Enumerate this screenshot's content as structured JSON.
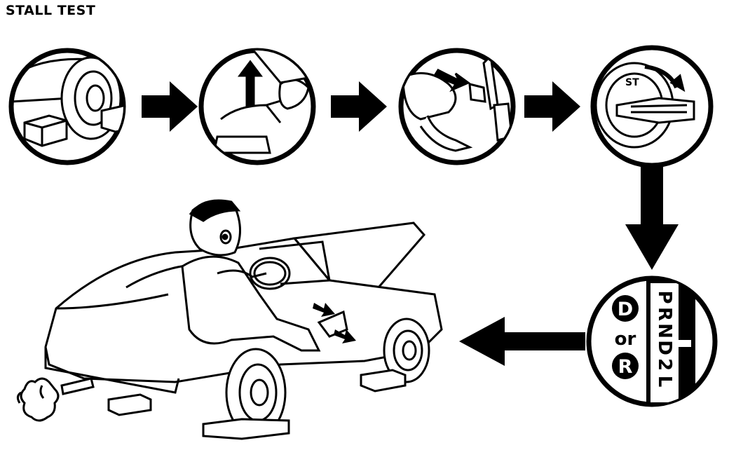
{
  "title": "STALL TEST",
  "shifter": {
    "gates": [
      "P",
      "R",
      "N",
      "D",
      "2",
      "L"
    ],
    "mode_d": "D",
    "mode_or": "or",
    "mode_r": "R"
  },
  "ignition_label": "ST",
  "colors": {
    "ink": "#000000",
    "paper": "#ffffff"
  }
}
